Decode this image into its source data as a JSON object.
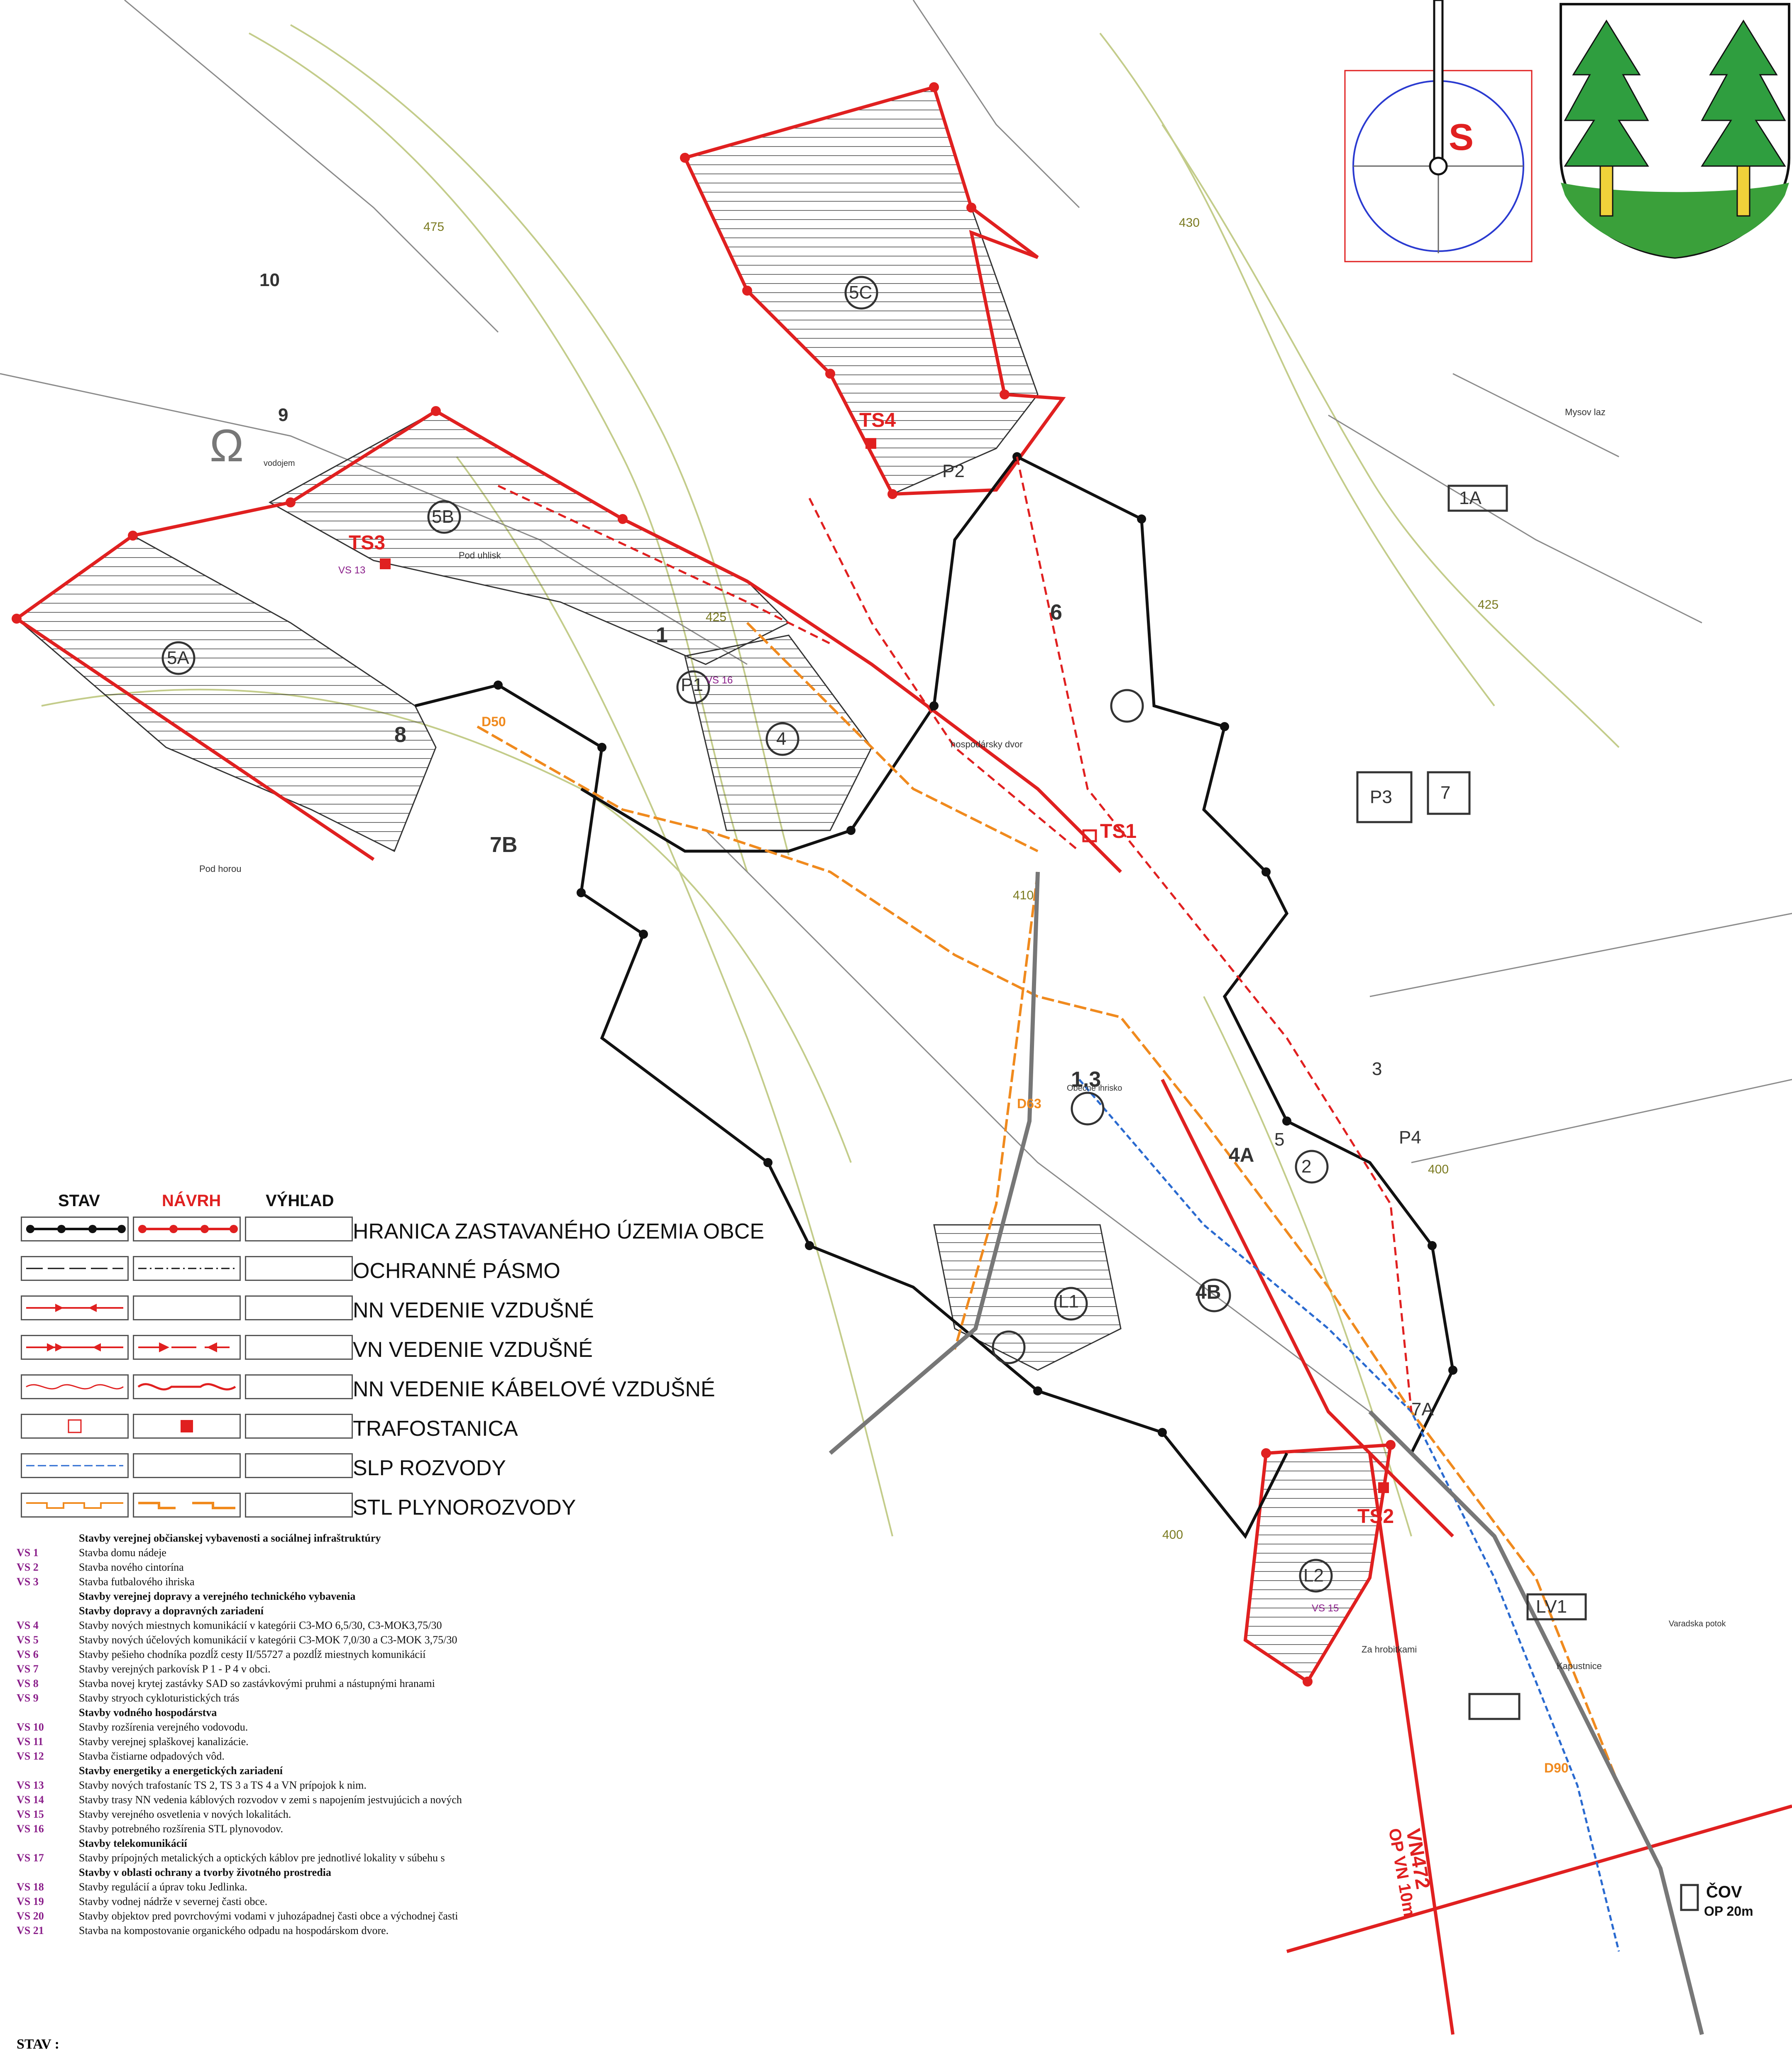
{
  "map_labels": {
    "zones": [
      "5A",
      "5B",
      "5C",
      "7B",
      "8",
      "1",
      "4",
      "6",
      "P1",
      "P2",
      "P3",
      "P4",
      "7",
      "1.3",
      "4A",
      "4B",
      "5",
      "2",
      "3",
      "L1",
      "L2",
      "LV1",
      "7A",
      "1A"
    ],
    "transformers": [
      "TS1",
      "TS2",
      "TS3",
      "TS4"
    ],
    "vs_tags": [
      "VS 13",
      "VS 16",
      "VS 15"
    ],
    "gas": [
      "D50",
      "D63",
      "D90"
    ],
    "places": [
      "Pod uhlisk",
      "vodojem",
      "hospodársky dvor",
      "Pod horou",
      "Mysov laz",
      "Za hrobitkami",
      "Kapustnice",
      "Obecné ihrisko",
      "Varadska potok"
    ],
    "contours": [
      "475",
      "430",
      "425",
      "410",
      "400",
      "425",
      "400"
    ],
    "north": "S",
    "omega": "Ω",
    "omega_num": "9",
    "num_10": "10",
    "vn_label": "VN472",
    "vn_op": "OP VN 10m",
    "cov": "ČOV",
    "cov_op": "OP 20m"
  },
  "legend": {
    "col_stav": "STAV",
    "col_navrh": "NÁVRH",
    "col_vyhlad": "VÝHĽAD",
    "rows": [
      "HRANICA ZASTAVANÉHO ÚZEMIA OBCE",
      "OCHRANNÉ PÁSMO",
      "NN VEDENIE VZDUŠNÉ",
      "VN VEDENIE VZDUŠNÉ",
      "NN VEDENIE KÁBELOVÉ VZDUŠNÉ",
      "TRAFOSTANICA",
      "SLP ROZVODY",
      "STL PLYNOROZVODY"
    ]
  },
  "vs_list": [
    {
      "code": "",
      "text": "Stavby verejnej občianskej vybavenosti a sociálnej infraštruktúry"
    },
    {
      "code": "VS 1",
      "text": "Stavba domu nádeje"
    },
    {
      "code": "VS 2",
      "text": "Stavba nového cintorína"
    },
    {
      "code": "VS 3",
      "text": "Stavba futbalového ihriska"
    },
    {
      "code": "",
      "text": "Stavby verejnej dopravy a verejného technického vybavenia"
    },
    {
      "code": "",
      "text": "Stavby dopravy a dopravných zariadení"
    },
    {
      "code": "VS 4",
      "text": "Stavby nových miestnych komunikácií v kategórii C3-MO 6,5/30, C3-MOK3,75/30"
    },
    {
      "code": "VS 5",
      "text": "Stavby nových účelových komunikácií v kategórii C3-MOK 7,0/30 a C3-MOK 3,75/30"
    },
    {
      "code": "VS 6",
      "text": "Stavby pešieho chodníka pozdĺž cesty II/55727 a pozdĺž miestnych komunikácií"
    },
    {
      "code": "VS 7",
      "text": "Stavby verejných parkovísk P 1 - P 4 v obci."
    },
    {
      "code": "VS 8",
      "text": "Stavba novej krytej zastávky SAD so zastávkovými pruhmi a nástupnými hranami"
    },
    {
      "code": "VS 9",
      "text": "Stavby stryoch cykloturistických trás"
    },
    {
      "code": "",
      "text": "Stavby vodného hospodárstva"
    },
    {
      "code": "VS 10",
      "text": "Stavby rozšírenia verejného vodovodu."
    },
    {
      "code": "VS 11",
      "text": "Stavby verejnej splaškovej kanalizácie."
    },
    {
      "code": "VS 12",
      "text": "Stavba čistiarne odpadových vôd."
    },
    {
      "code": "",
      "text": "Stavby energetiky a energetických zariadení"
    },
    {
      "code": "VS 13",
      "text": "Stavby nových trafostaníc TS 2, TS 3 a TS 4 a VN prípojok k nim."
    },
    {
      "code": "VS 14",
      "text": "Stavby trasy NN vedenia káblových rozvodov v zemi s napojením jestvujúcich a nových"
    },
    {
      "code": "VS 15",
      "text": "Stavby verejného osvetlenia v nových lokalitách."
    },
    {
      "code": "VS 16",
      "text": "Stavby potrebného rozšírenia STL plynovodov."
    },
    {
      "code": "",
      "text": "Stavby telekomunikácií"
    },
    {
      "code": "VS 17",
      "text": "Stavby prípojných metalických a optických káblov pre jednotlivé lokality v súbehu s"
    },
    {
      "code": "",
      "text": "Stavby v oblasti ochrany a tvorby životného prostredia"
    },
    {
      "code": "VS 18",
      "text": "Stavby regulácií a úprav toku Jedlinka."
    },
    {
      "code": "VS 19",
      "text": "Stavby vodnej nádrže v severnej časti obce."
    },
    {
      "code": "VS 20",
      "text": "Stavby objektov pred povrchovými vodami v juhozápadnej časti obce a východnej časti"
    },
    {
      "code": "VS 21",
      "text": "Stavba na kompostovanie organického odpadu na hospodárskom dvore."
    }
  ],
  "stav": "STAV :",
  "colors": {
    "red": "#e02020",
    "black": "#111111",
    "orange": "#f08a1e",
    "purple": "#8a1e8a",
    "blue": "#2a6ad0",
    "contour": "#b5c27a",
    "green": "#3a9a3a",
    "yellow": "#e8d44a"
  }
}
